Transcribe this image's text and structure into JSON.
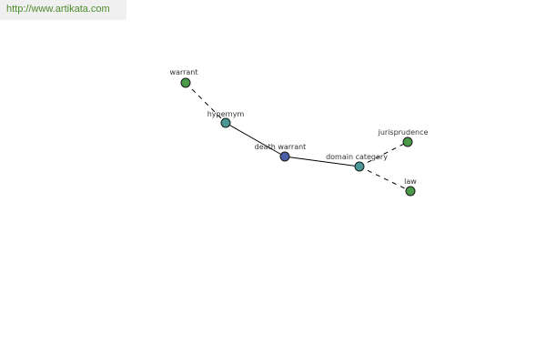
{
  "banner": {
    "url_text": "http://www.artikata.com"
  },
  "colors": {
    "banner_text": "#4c8c2c",
    "banner_bg": "#f0f0f0",
    "center_node": "#4a5ea8",
    "relation_node": "#4a9696",
    "leaf_node": "#4a9a4a",
    "edge": "#000000"
  },
  "graph": {
    "nodes": [
      {
        "id": "warrant",
        "label": "warrant",
        "kind": "leaf"
      },
      {
        "id": "hypernym",
        "label": "hypernym",
        "kind": "relation"
      },
      {
        "id": "death-warrant",
        "label": "death warrant",
        "kind": "center"
      },
      {
        "id": "domain-category",
        "label": "domain category",
        "kind": "relation"
      },
      {
        "id": "jurisprudence",
        "label": "jurisprudence",
        "kind": "leaf"
      },
      {
        "id": "law",
        "label": "law",
        "kind": "leaf"
      }
    ],
    "edges": [
      {
        "from": "warrant",
        "to": "hypernym",
        "style": "dashed"
      },
      {
        "from": "hypernym",
        "to": "death-warrant",
        "style": "solid"
      },
      {
        "from": "death-warrant",
        "to": "domain-category",
        "style": "solid"
      },
      {
        "from": "domain-category",
        "to": "jurisprudence",
        "style": "dashed"
      },
      {
        "from": "domain-category",
        "to": "law",
        "style": "dashed"
      }
    ]
  }
}
